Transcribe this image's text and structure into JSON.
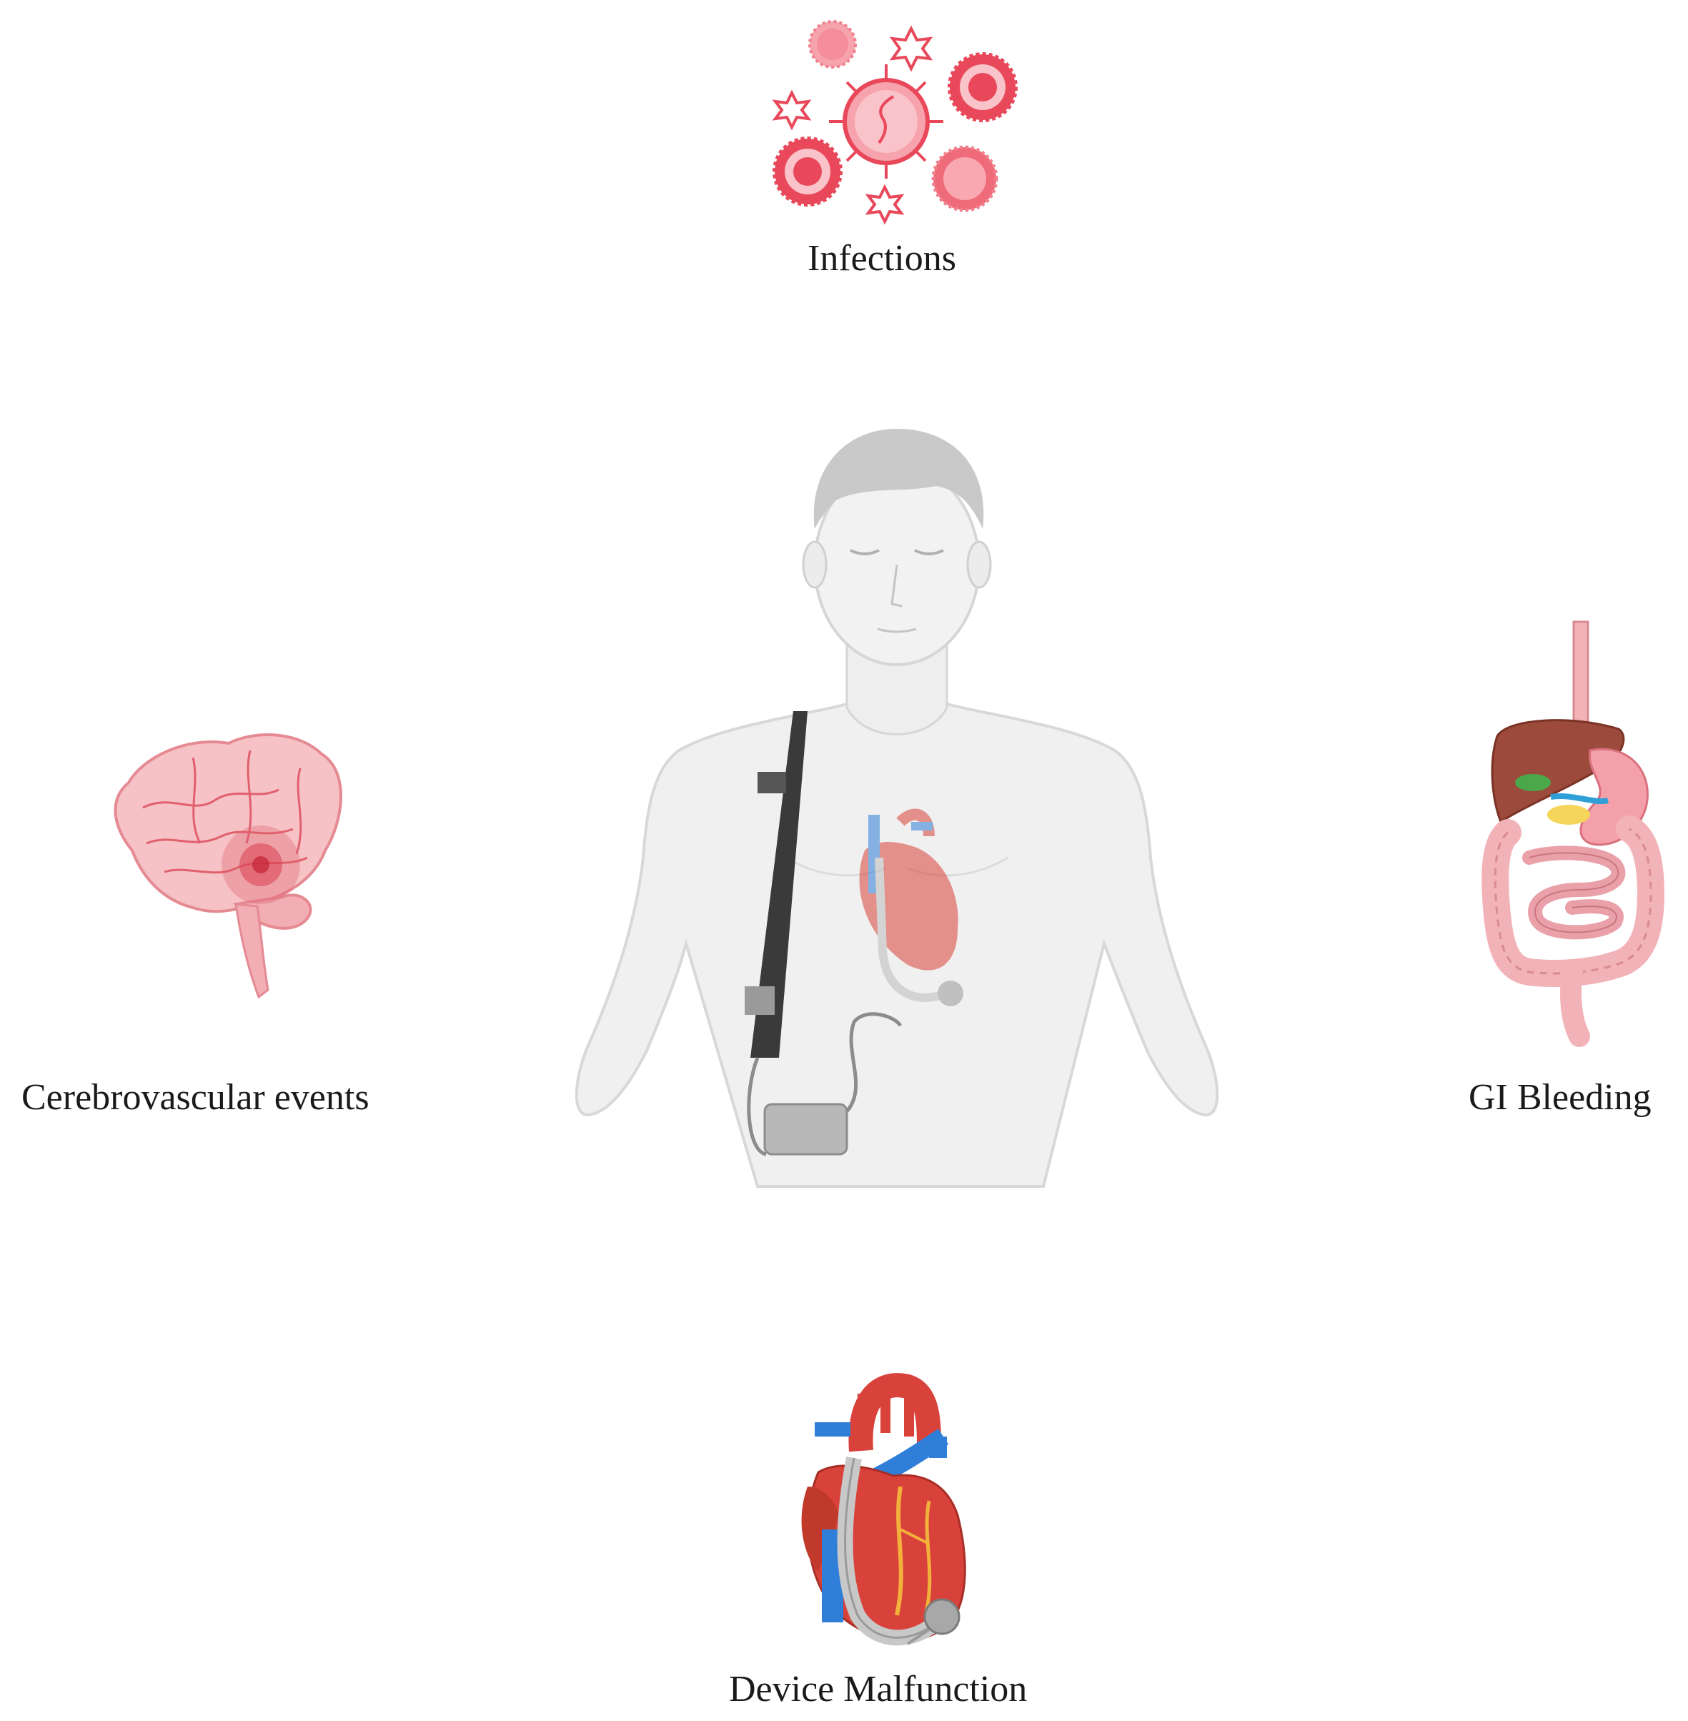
{
  "labels": {
    "infections": "Infections",
    "cerebrovascular": "Cerebrovascular events",
    "gi_bleeding": "GI Bleeding",
    "device_malfunction": "Device Malfunction"
  },
  "colors": {
    "virus": "#e8485a",
    "virus_light": "#f6a3ad",
    "brain": "#f4b7bd",
    "brain_vessel": "#e0606c",
    "skin": "#f0f0f0",
    "hair": "#c9c9c9",
    "driveline": "#3a3a3a",
    "heart_red": "#d9423a",
    "vessel_blue": "#2f7fd8",
    "gi_pink": "#f2b3b8",
    "liver": "#9c4a3c"
  },
  "icons": {
    "infections": "virus-cluster-icon",
    "cerebrovascular": "brain-icon",
    "gi_bleeding": "digestive-system-icon",
    "device_malfunction": "heart-lvad-icon",
    "center": "human-torso-lvad-icon"
  }
}
